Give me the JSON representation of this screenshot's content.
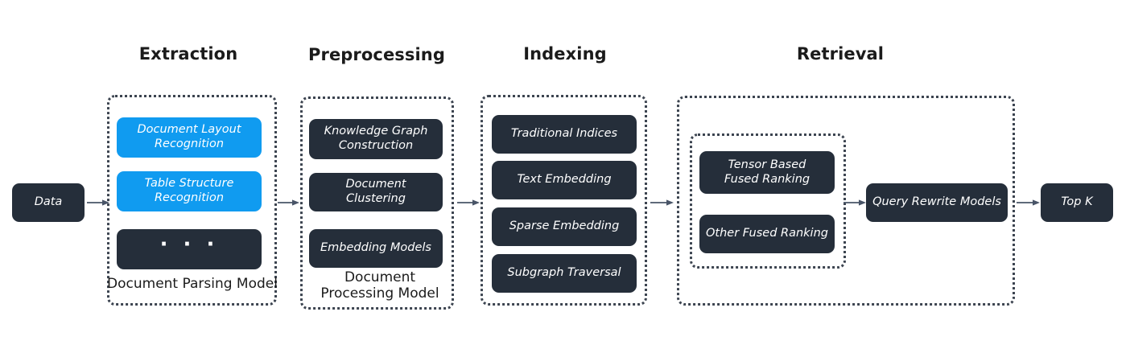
{
  "diagram": {
    "title_bar": null,
    "background_color": "#ffffff",
    "accent_blue": "#109bf0",
    "node_dark": "#252e3a",
    "dotted_border_color": "#3c4450",
    "columns": [
      {
        "id": "extraction",
        "label": "Extraction"
      },
      {
        "id": "preprocessing",
        "label": "Preprocessing"
      },
      {
        "id": "indexing",
        "label": "Indexing"
      },
      {
        "id": "retrieval",
        "label": "Retrieval"
      }
    ],
    "input_node": {
      "label": "Data"
    },
    "output_node": {
      "label": "Top K"
    },
    "extraction": {
      "caption": "Document Parsing Model",
      "nodes": [
        {
          "label": "Document Layout\nRecognition",
          "style": "blue"
        },
        {
          "label": "Table Structure\nRecognition",
          "style": "blue"
        },
        {
          "label": "· · ·",
          "style": "ellipsis"
        }
      ]
    },
    "preprocessing": {
      "caption": "Document\nProcessing Model",
      "nodes": [
        {
          "label": "Knowledge Graph\nConstruction",
          "style": "dark"
        },
        {
          "label": "Document Clustering",
          "style": "dark"
        },
        {
          "label": "Embedding Models",
          "style": "dark"
        }
      ]
    },
    "indexing": {
      "caption": "",
      "nodes": [
        {
          "label": "Traditional Indices",
          "style": "dark"
        },
        {
          "label": "Text Embedding",
          "style": "dark"
        },
        {
          "label": "Sparse Embedding",
          "style": "dark"
        },
        {
          "label": "Subgraph Traversal",
          "style": "dark"
        }
      ]
    },
    "retrieval": {
      "caption": "",
      "fusion_nodes": [
        {
          "label": "Tensor Based\nFused Ranking",
          "style": "dark"
        },
        {
          "label": "Other Fused Ranking",
          "style": "dark"
        }
      ],
      "rewrite_node": {
        "label": "Query Rewrite Models",
        "style": "dark"
      }
    }
  }
}
